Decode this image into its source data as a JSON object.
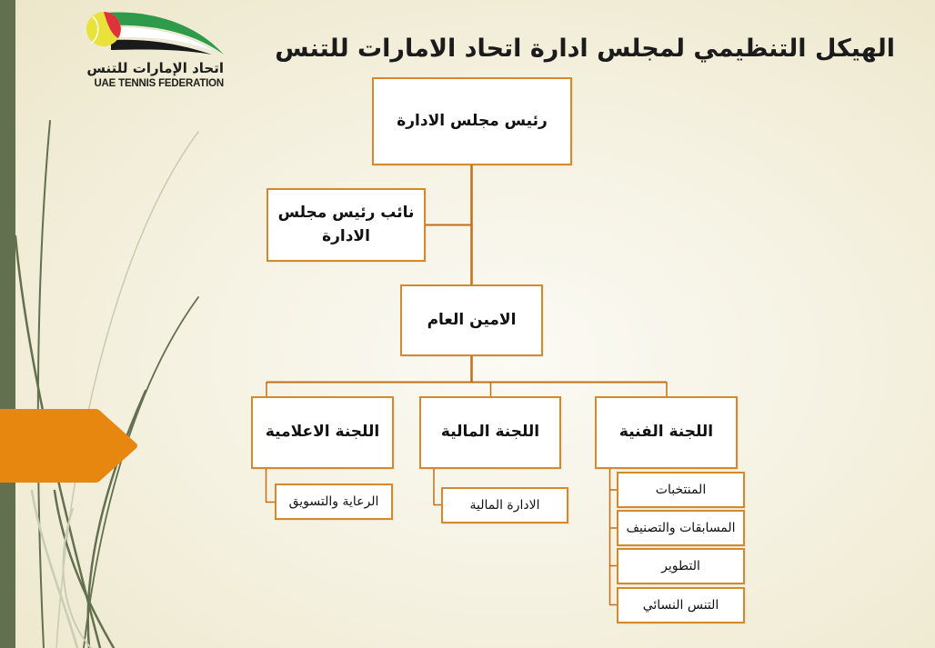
{
  "logo": {
    "arabic_text": "اتحاد الإمارات للتنس",
    "english_text": "UAE TENNIS FEDERATION",
    "icon": "tennis-ball-flag-icon",
    "colors": {
      "ball": "#e8e23a",
      "red": "#e0323c",
      "green": "#2f9a4a",
      "black": "#1a1a1a"
    }
  },
  "page": {
    "title": "الهيكل التنظيمي لمجلس ادارة اتحاد الامارات للتنس"
  },
  "theme": {
    "accent_orange": "#e8870f",
    "box_border": "#d48a2c",
    "connector": "#c07018",
    "sidebar_green": "#62704f"
  },
  "org_chart": {
    "chairman": "رئيس مجلس الادارة",
    "vice_chairman": "نائب رئيس مجلس الادارة",
    "secretary_general": "الامين العام",
    "committees": [
      {
        "name": "اللجنة الفنية",
        "units": [
          "المنتخبات",
          "المسابقات والتصنيف",
          "التطوير",
          "التنس النسائي"
        ]
      },
      {
        "name": "اللجنة المالية",
        "units": [
          "الادارة المالية"
        ]
      },
      {
        "name": "اللجنة الاعلامية",
        "units": [
          "الرعاية والتسويق"
        ]
      }
    ]
  }
}
